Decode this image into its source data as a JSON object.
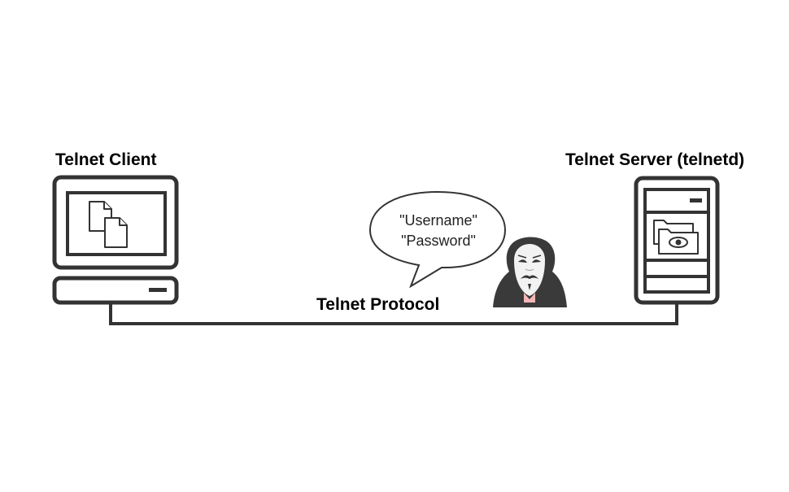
{
  "labels": {
    "client": "Telnet Client",
    "server": "Telnet Server (telnetd)",
    "protocol": "Telnet Protocol"
  },
  "speech_bubble": {
    "lines": [
      "\"Username\"",
      "\"Password\""
    ]
  },
  "icons": {
    "client": "desktop-computer-icon",
    "documents": "documents-icon",
    "server": "server-tower-icon",
    "watched_folder": "folder-eye-icon",
    "attacker": "hooded-hacker-icon"
  },
  "colors": {
    "outline": "#333333",
    "background": "#ffffff",
    "hood": "#3a3a3a",
    "mask": "#f2f2f2"
  }
}
